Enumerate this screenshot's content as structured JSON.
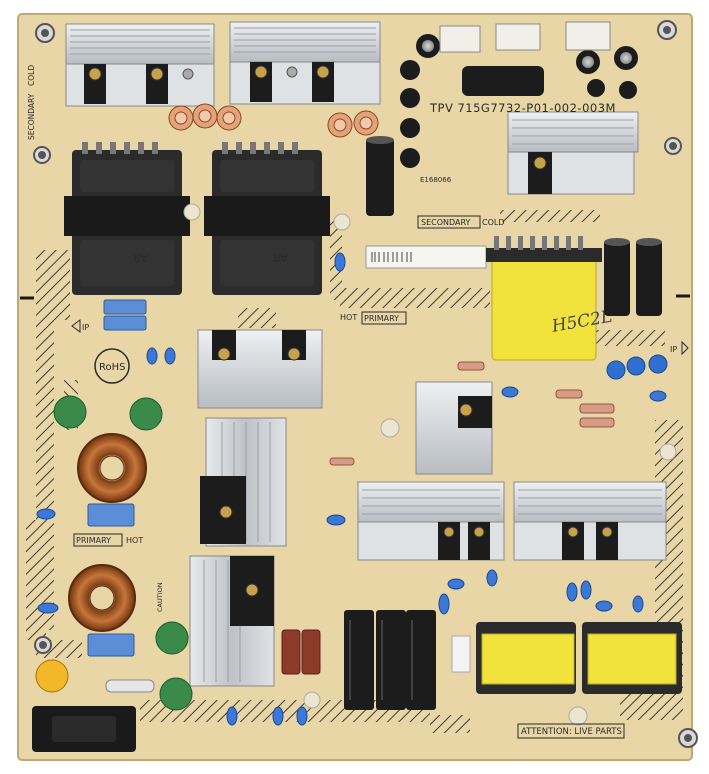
{
  "board": {
    "model_marking": "TPV 715G7732-P01-002-003M",
    "zone_label_primary_hot": "PRIMARY",
    "zone_label_hot": "HOT",
    "zone_label_secondary_cold": "SECONDARY",
    "zone_label_cold": "COLD",
    "rohs_label": "RoHS",
    "attention_label": "ATTENTION: LIVE PARTS",
    "ul_code": "E168066",
    "transformer_marking_left": "AR",
    "transformer_marking_right": "AR",
    "handwritten_note": "H5C2L",
    "caution_label": "CAUTION",
    "ip_left": "IP",
    "ip_right": "IP"
  },
  "colors": {
    "board": "#e9d6a7",
    "hatch": "#3a3a3a",
    "heatsink": "#c9cccf",
    "transformer_yellow": "#f2e23c",
    "electrolytic": "#1c1c1c",
    "copper": "#b5652a",
    "film_cap_blue": "#5b8ed6",
    "y_cap_green": "#3a8a4a",
    "ceramic_blue": "#2e6fd0"
  }
}
